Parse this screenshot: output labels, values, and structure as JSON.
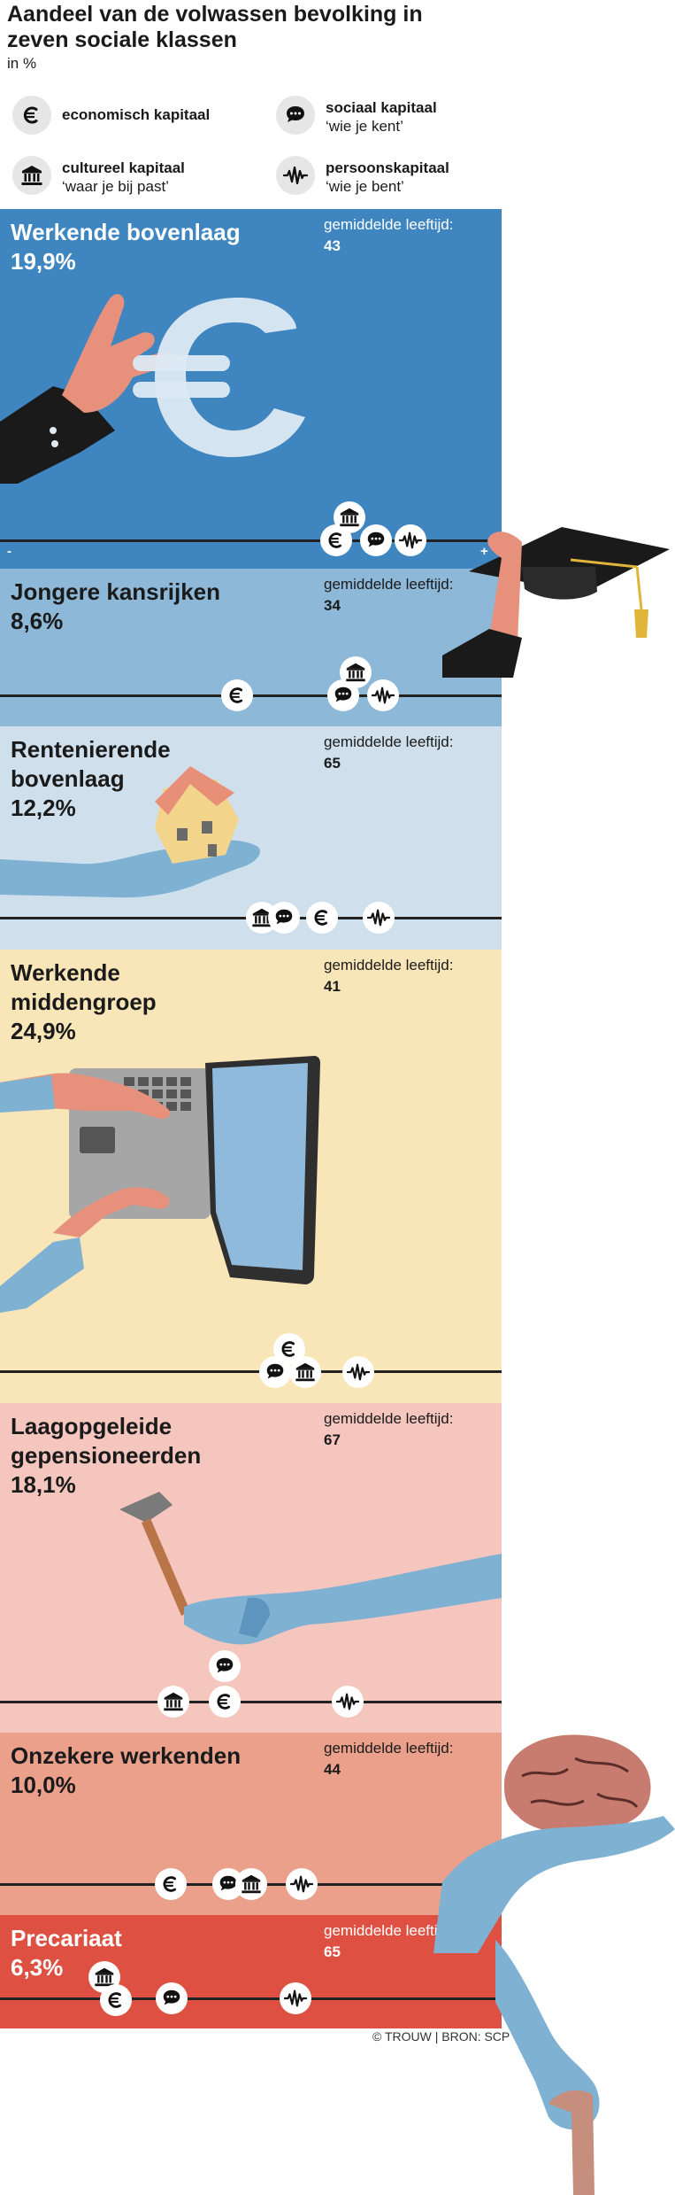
{
  "title": "Aandeel van de volwassen bevolking in zeven sociale klassen",
  "unit": "in %",
  "legend": [
    {
      "icon": "euro-icon",
      "label": "economisch kapitaal",
      "sub": ""
    },
    {
      "icon": "speech-bubble-icon",
      "label": "sociaal kapitaal",
      "sub": "‘wie je kent’"
    },
    {
      "icon": "museum-icon",
      "label": "cultureel kapitaal",
      "sub": "‘waar je bij past’"
    },
    {
      "icon": "waveform-icon",
      "label": "persoonskapitaal",
      "sub": "‘wie je bent’"
    }
  ],
  "age_label": "gemiddelde leeftijd:",
  "axis": {
    "min_label": "-",
    "max_label": "+"
  },
  "classes": [
    {
      "line1": "Werkende bovenlaag",
      "line2": "19,9%",
      "line3": "",
      "age": "43",
      "color": "#3f86c1",
      "text_color": "#ffffff"
    },
    {
      "line1": "Jongere kansrijken",
      "line2": "8,6%",
      "line3": "",
      "age": "34",
      "color": "#8db8d8",
      "text_color": "#1a1a1a"
    },
    {
      "line1": "Rentenierende",
      "line2": "bovenlaag",
      "line3": "12,2%",
      "age": "65",
      "color": "#cfe0ec",
      "text_color": "#1a1a1a"
    },
    {
      "line1": "Werkende",
      "line2": "middengroep",
      "line3": "24,9%",
      "age": "41",
      "color": "#f8e5b8",
      "text_color": "#1a1a1a"
    },
    {
      "line1": "Laagopgeleide",
      "line2": "gepensioneerden",
      "line3": "18,1%",
      "age": "67",
      "color": "#f4c6bd",
      "text_color": "#1a1a1a"
    },
    {
      "line1": "Onzekere werkenden",
      "line2": "10,0%",
      "line3": "",
      "age": "44",
      "color": "#eaa08b",
      "text_color": "#1a1a1a"
    },
    {
      "line1": "Precariaat",
      "line2": "6,3%",
      "line3": "",
      "age": "65",
      "color": "#de5142",
      "text_color": "#ffffff"
    }
  ],
  "source": "© TROUW | BRON: SCP"
}
